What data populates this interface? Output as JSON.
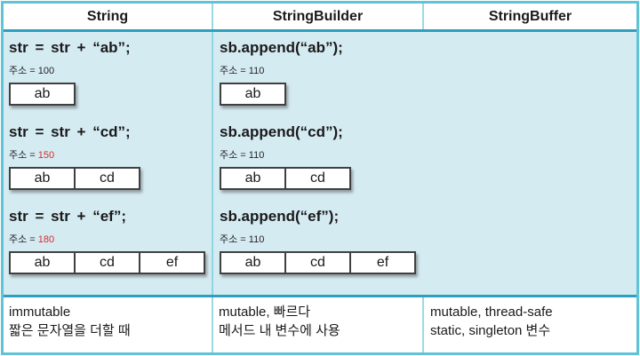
{
  "header": {
    "columns": {
      "string": "String",
      "builder": "StringBuilder",
      "buffer": "StringBuffer"
    }
  },
  "string_column": {
    "steps": [
      {
        "code": "str = str + “ab”;",
        "addr_prefix": "주소 =",
        "addr_value": "100",
        "addr_value_color": "#222222",
        "cells": [
          "ab"
        ]
      },
      {
        "code": "str = str + “cd”;",
        "addr_prefix": "주소 =",
        "addr_value": "150",
        "addr_value_color": "#d92b2b",
        "cells": [
          "ab",
          "cd"
        ]
      },
      {
        "code": "str = str + “ef”;",
        "addr_prefix": "주소 =",
        "addr_value": "180",
        "addr_value_color": "#d92b2b",
        "cells": [
          "ab",
          "cd",
          "ef"
        ]
      }
    ]
  },
  "builder_column": {
    "steps": [
      {
        "code": "sb.append(“ab”);",
        "addr_prefix": "주소 =",
        "addr_value": "110",
        "addr_value_color": "#222222",
        "cells": [
          "ab"
        ]
      },
      {
        "code": "sb.append(“cd”);",
        "addr_prefix": "주소 =",
        "addr_value": "110",
        "addr_value_color": "#222222",
        "cells": [
          "ab",
          "cd"
        ]
      },
      {
        "code": "sb.append(“ef”);",
        "addr_prefix": "주소 =",
        "addr_value": "110",
        "addr_value_color": "#222222",
        "cells": [
          "ab",
          "cd",
          "ef"
        ]
      }
    ]
  },
  "footer": {
    "string": {
      "line1": "immutable",
      "line2": "짧은 문자열을 더할 때"
    },
    "builder": {
      "line1": "mutable, 빠르다",
      "line2": "메서드 내 변수에 사용"
    },
    "buffer": {
      "line1": "mutable, thread-safe",
      "line2": "static, singleton 변수"
    }
  },
  "colors": {
    "outer_border": "#60c3d6",
    "row_separator": "#2ba1bd",
    "column_divider": "#8fd5e2",
    "body_background": "#d5ebf2",
    "address_highlight": "#d92b2b",
    "box_border": "#404040"
  }
}
